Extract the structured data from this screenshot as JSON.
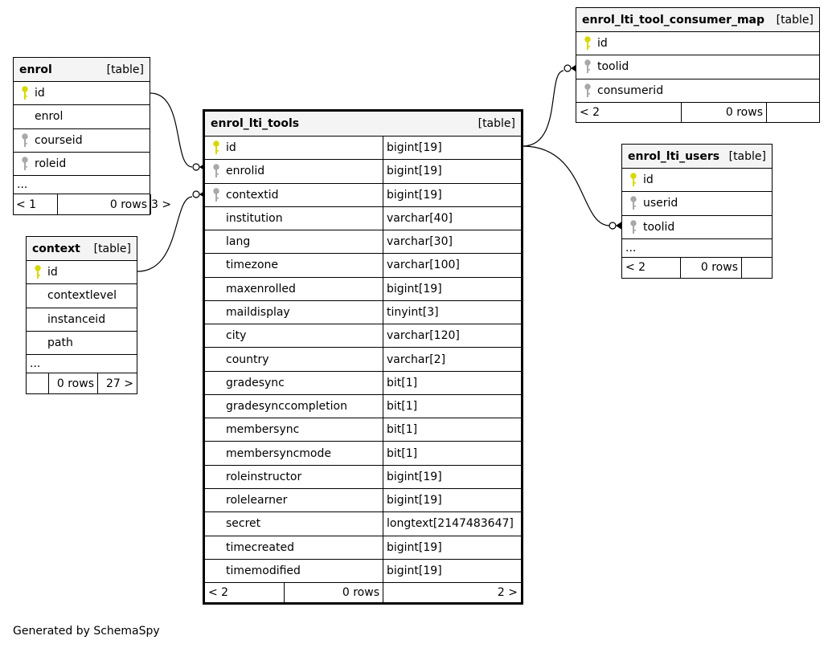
{
  "footer": "Generated by SchemaSpy",
  "kind_label": "[table]",
  "ellipsis": "...",
  "colors": {
    "primary_key": "#d8d800",
    "foreign_key": "#a8a8a8",
    "header_bg": "#f4f4f4"
  },
  "tables": {
    "enrol": {
      "name": "enrol",
      "columns": [
        {
          "name": "id",
          "key": "primary-key-icon"
        },
        {
          "name": "enrol",
          "key": ""
        },
        {
          "name": "courseid",
          "key": "foreign-key-icon"
        },
        {
          "name": "roleid",
          "key": "foreign-key-icon"
        }
      ],
      "footer": {
        "parents": "< 1",
        "rows": "0 rows",
        "children": "3 >"
      }
    },
    "context": {
      "name": "context",
      "columns": [
        {
          "name": "id",
          "key": "primary-key-icon"
        },
        {
          "name": "contextlevel",
          "key": ""
        },
        {
          "name": "instanceid",
          "key": ""
        },
        {
          "name": "path",
          "key": ""
        }
      ],
      "footer": {
        "parents": "",
        "rows": "0 rows",
        "children": "27 >"
      }
    },
    "enrol_lti_tools": {
      "name": "enrol_lti_tools",
      "columns": [
        {
          "name": "id",
          "type": "bigint[19]",
          "key": "primary-key-icon"
        },
        {
          "name": "enrolid",
          "type": "bigint[19]",
          "key": "foreign-key-icon"
        },
        {
          "name": "contextid",
          "type": "bigint[19]",
          "key": "foreign-key-icon"
        },
        {
          "name": "institution",
          "type": "varchar[40]",
          "key": ""
        },
        {
          "name": "lang",
          "type": "varchar[30]",
          "key": ""
        },
        {
          "name": "timezone",
          "type": "varchar[100]",
          "key": ""
        },
        {
          "name": "maxenrolled",
          "type": "bigint[19]",
          "key": ""
        },
        {
          "name": "maildisplay",
          "type": "tinyint[3]",
          "key": ""
        },
        {
          "name": "city",
          "type": "varchar[120]",
          "key": ""
        },
        {
          "name": "country",
          "type": "varchar[2]",
          "key": ""
        },
        {
          "name": "gradesync",
          "type": "bit[1]",
          "key": ""
        },
        {
          "name": "gradesynccompletion",
          "type": "bit[1]",
          "key": ""
        },
        {
          "name": "membersync",
          "type": "bit[1]",
          "key": ""
        },
        {
          "name": "membersyncmode",
          "type": "bit[1]",
          "key": ""
        },
        {
          "name": "roleinstructor",
          "type": "bigint[19]",
          "key": ""
        },
        {
          "name": "rolelearner",
          "type": "bigint[19]",
          "key": ""
        },
        {
          "name": "secret",
          "type": "longtext[2147483647]",
          "key": ""
        },
        {
          "name": "timecreated",
          "type": "bigint[19]",
          "key": ""
        },
        {
          "name": "timemodified",
          "type": "bigint[19]",
          "key": ""
        }
      ],
      "footer": {
        "parents": "< 2",
        "rows": "0 rows",
        "children": "2 >"
      }
    },
    "enrol_lti_tool_consumer_map": {
      "name": "enrol_lti_tool_consumer_map",
      "columns": [
        {
          "name": "id",
          "key": "primary-key-icon"
        },
        {
          "name": "toolid",
          "key": "foreign-key-icon"
        },
        {
          "name": "consumerid",
          "key": "foreign-key-icon"
        }
      ],
      "footer": {
        "parents": "< 2",
        "rows": "0 rows",
        "children": ""
      }
    },
    "enrol_lti_users": {
      "name": "enrol_lti_users",
      "columns": [
        {
          "name": "id",
          "key": "primary-key-icon"
        },
        {
          "name": "userid",
          "key": "foreign-key-icon"
        },
        {
          "name": "toolid",
          "key": "foreign-key-icon"
        }
      ],
      "footer": {
        "parents": "< 2",
        "rows": "0 rows",
        "children": ""
      }
    }
  }
}
